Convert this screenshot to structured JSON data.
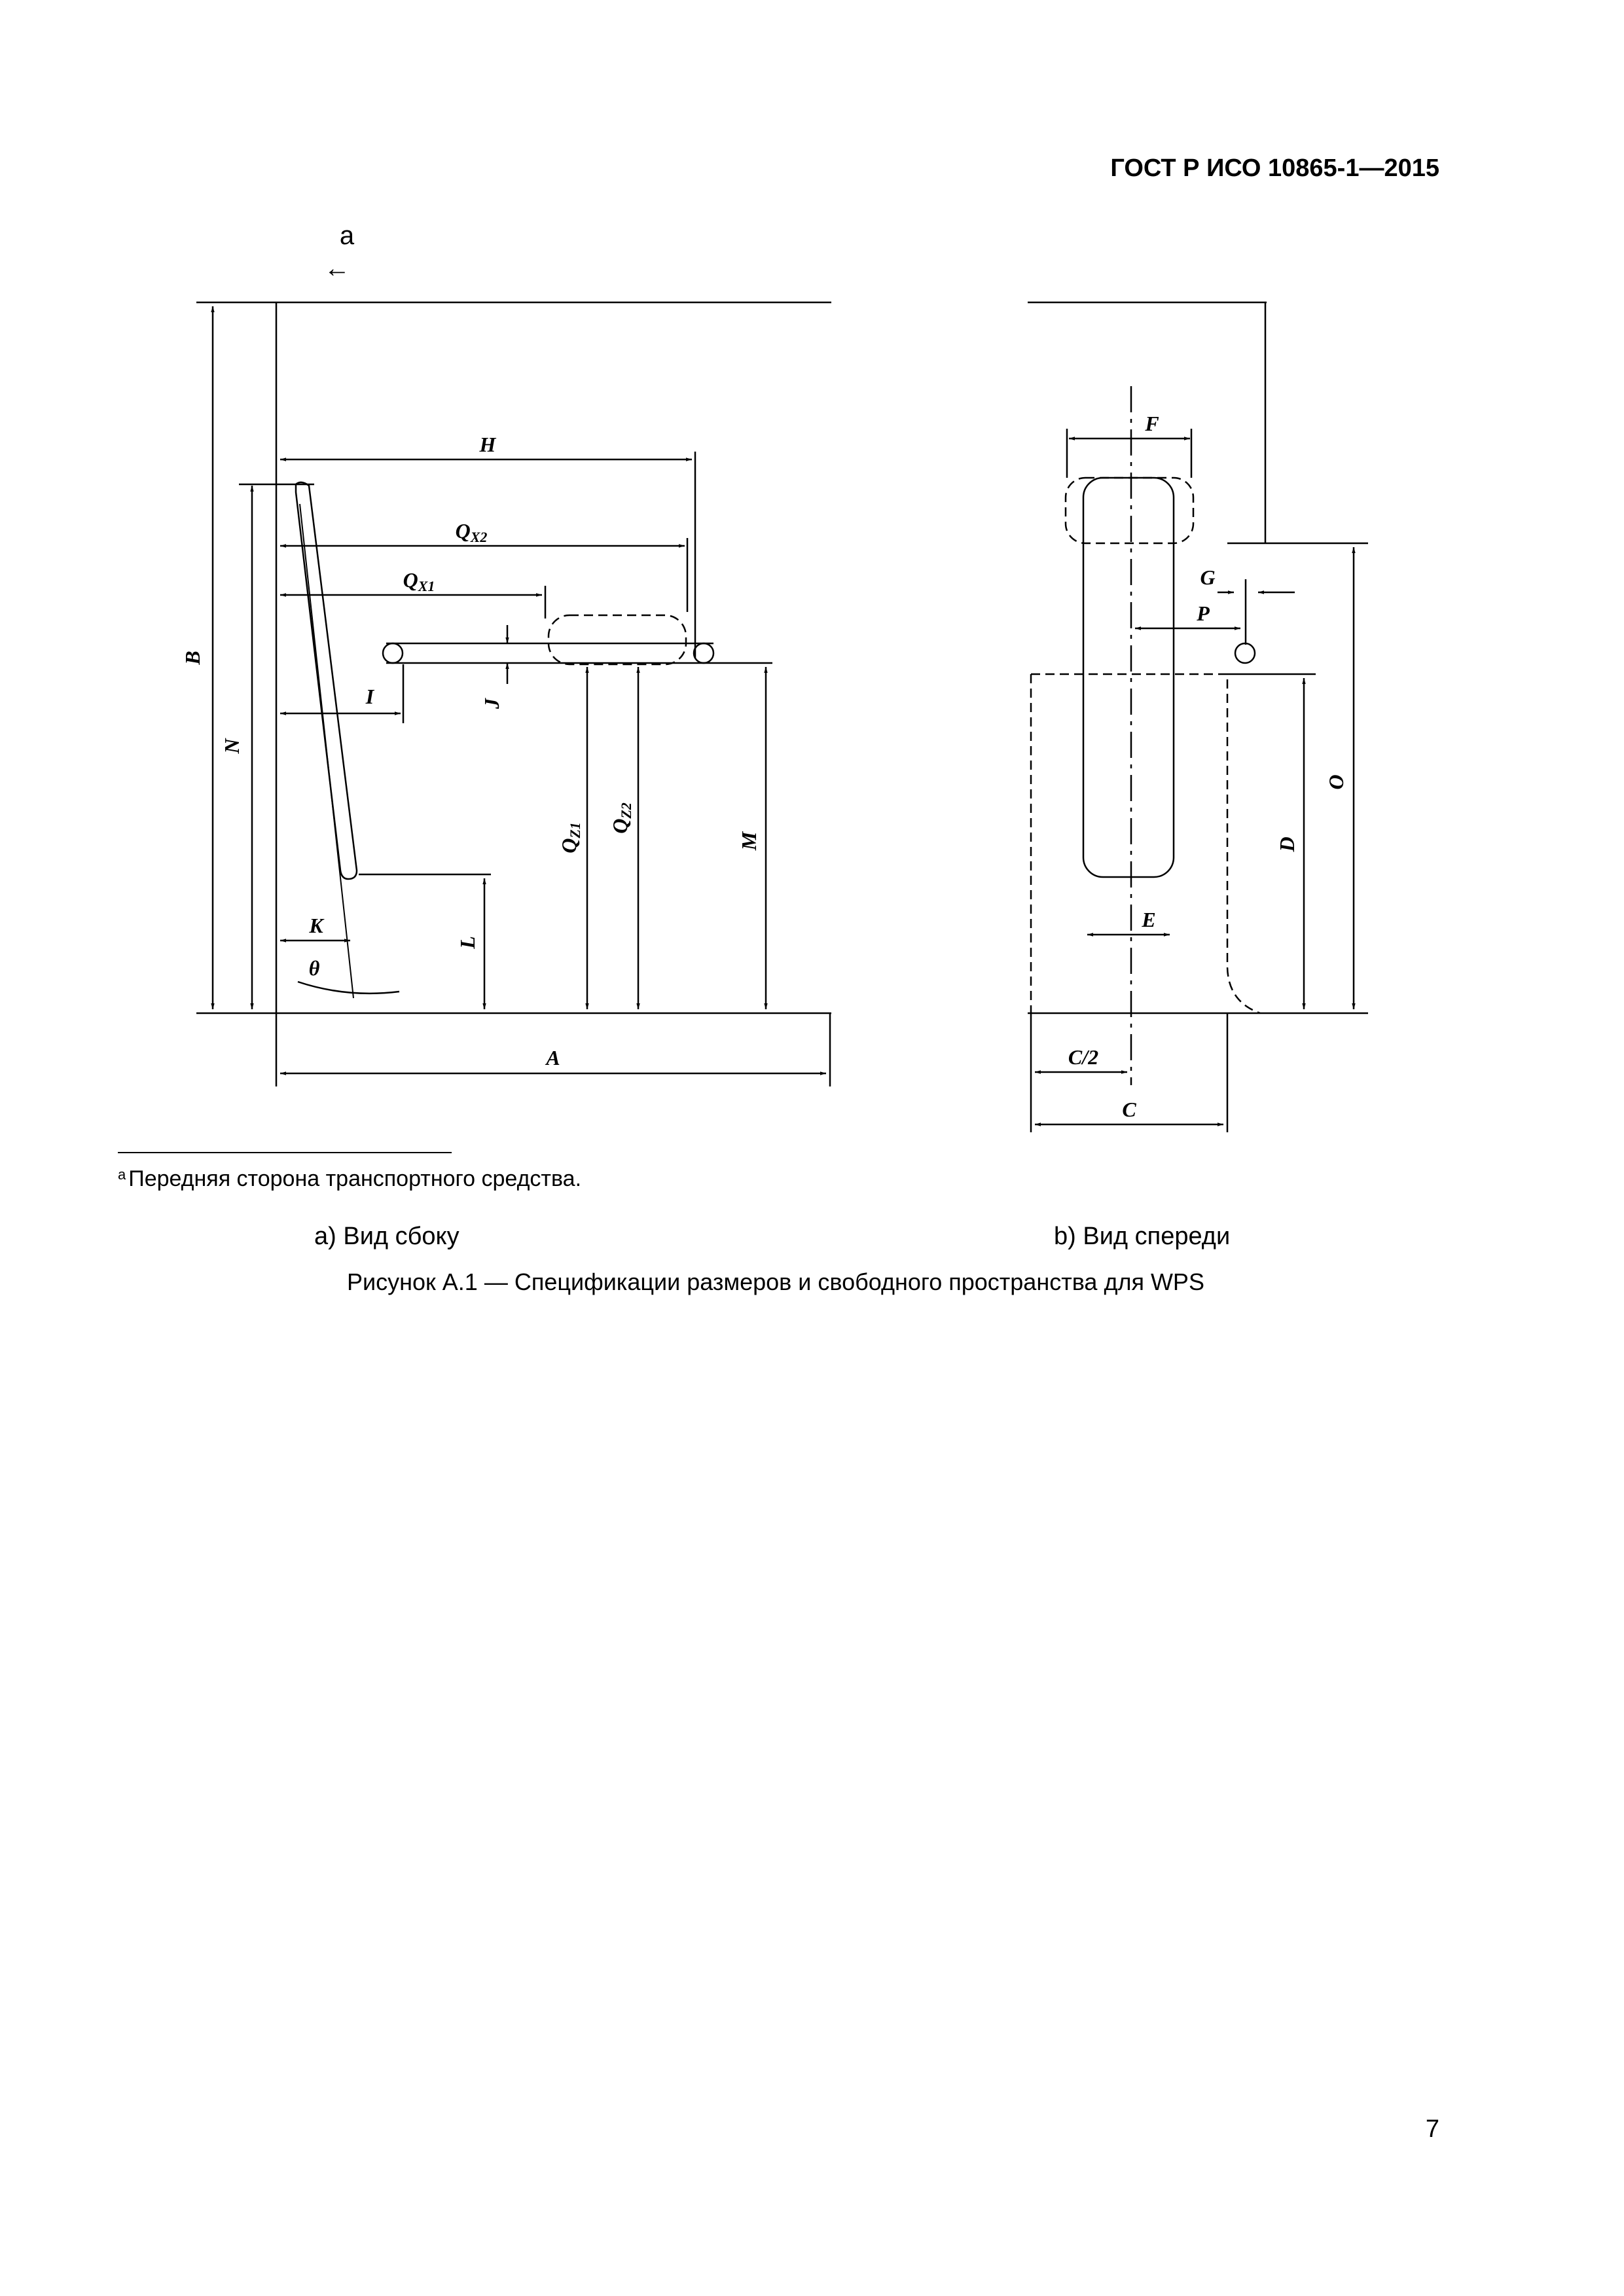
{
  "header": {
    "doc_id": "ГОСТ Р ИСО 10865-1—2015"
  },
  "figure": {
    "front_marker": "a",
    "front_arrow": "←",
    "side_view": {
      "labels": {
        "H": "H",
        "QX2": "Q",
        "QX2_sub": "X2",
        "QX1": "Q",
        "QX1_sub": "X1",
        "B": "B",
        "N": "N",
        "I": "I",
        "J": "J",
        "QZ1": "Q",
        "QZ1_sub": "Z1",
        "QZ2": "Q",
        "QZ2_sub": "Z2",
        "M": "M",
        "K": "K",
        "L": "L",
        "theta": "θ",
        "A": "A"
      }
    },
    "front_view": {
      "labels": {
        "F": "F",
        "G": "G",
        "P": "P",
        "O": "O",
        "D": "D",
        "E": "E",
        "C2": "C/2",
        "C": "C"
      }
    },
    "subcaption_a": "a) Вид сбоку",
    "subcaption_b": "b) Вид спереди",
    "caption": "Рисунок А.1 — Спецификации размеров и свободного пространства для WPS"
  },
  "footnote": {
    "marker": "a",
    "text": "Передняя сторона транспортного средства."
  },
  "page_number": "7"
}
